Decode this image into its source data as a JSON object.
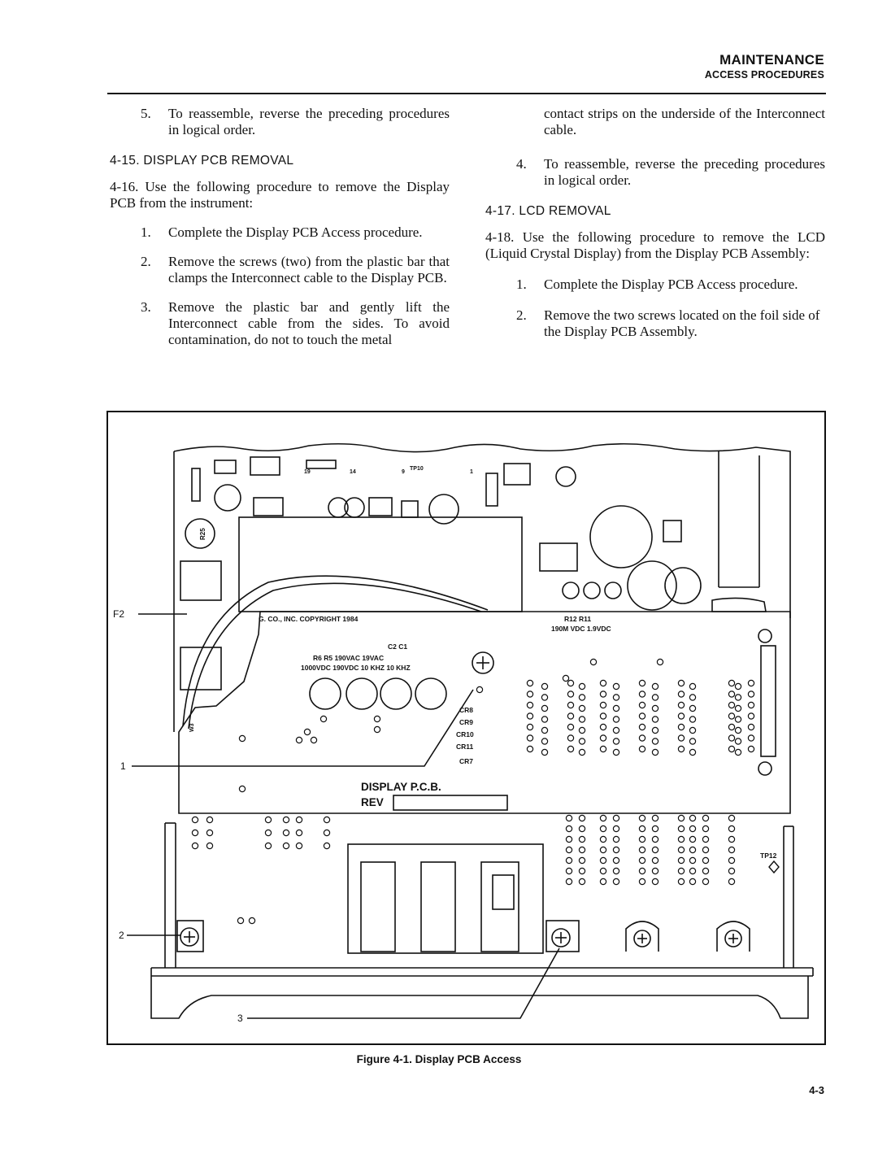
{
  "header": {
    "title": "MAINTENANCE",
    "subtitle": "ACCESS PROCEDURES"
  },
  "left_column": {
    "step5": {
      "num": "5.",
      "text": "To reassemble, reverse the preceding procedures in logical order."
    },
    "section_4_15": "4-15.  DISPLAY PCB REMOVAL",
    "para_4_16": "4-16.  Use the following procedure to remove the Display PCB from the instrument:",
    "steps": [
      {
        "num": "1.",
        "text": "Complete the Display PCB Access procedure."
      },
      {
        "num": "2.",
        "text": "Remove the screws (two) from the plastic bar that clamps the Interconnect cable to the Display PCB."
      },
      {
        "num": "3.",
        "text": "Remove the plastic bar and gently lift the Interconnect cable from the sides. To avoid contamination, do not to touch the metal"
      }
    ]
  },
  "right_column": {
    "continued": "contact strips on the underside of the Interconnect cable.",
    "step4": {
      "num": "4.",
      "text": "To reassemble, reverse the preceding procedures in logical order."
    },
    "section_4_17": "4-17.  LCD REMOVAL",
    "para_4_18": "4-18.  Use the following procedure to remove the LCD (Liquid Crystal Display) from the Display PCB Assembly:",
    "steps": [
      {
        "num": "1.",
        "text": "Complete the Display PCB Access procedure."
      },
      {
        "num": "2.",
        "text": "Remove the two screws located on the foil side of the Display PCB Assembly."
      }
    ]
  },
  "figure": {
    "callouts": {
      "f2": "F2",
      "c1": "1",
      "c2": "2",
      "c3": "3"
    },
    "board_labels": {
      "copyright": "G. CO., INC. COPYRIGHT 1984",
      "r12_r11": "R12      R11",
      "vdc": "190M VDC  1.9VDC",
      "c2_c1": "C2       C1",
      "r6_r5": "R6       R5   190VAC  19VAC",
      "volts": "1000VDC 190VDC 10 KHZ  10 KHZ",
      "cr8": "CR8",
      "cr9": "CR9",
      "cr10": "CR10",
      "cr11": "CR11",
      "cr7": "CR7",
      "display_pcb": "DISPLAY P.C.B.",
      "rev": "REV",
      "tp12": "TP12",
      "tp10": "TP10",
      "r25": "R25",
      "w3": "W3",
      "n19": "19",
      "n14": "14",
      "n9": "9",
      "n1": "1"
    }
  },
  "caption": "Figure 4-1. Display PCB Access",
  "page_number": "4-3"
}
